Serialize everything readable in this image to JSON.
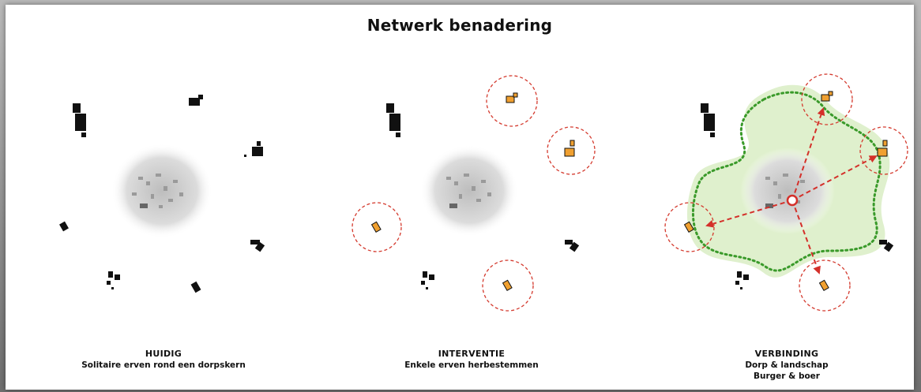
{
  "title": "Netwerk benadering",
  "colors": {
    "building": "#111111",
    "farm_new": "#f0a030",
    "circle": "#d43a2e",
    "arrow": "#d4302a",
    "green_line": "#3a9a2a",
    "green_fill": "#cfe8b0"
  },
  "panels": [
    {
      "heading": "HUIDIG",
      "lines": [
        "Solitaire erven rond een dorpskern"
      ]
    },
    {
      "heading": "INTERVENTIE",
      "lines": [
        "Enkele erven herbestemmen"
      ]
    },
    {
      "heading": "VERBINDING",
      "lines": [
        "Dorp & landschap",
        "Burger & boer"
      ]
    }
  ]
}
